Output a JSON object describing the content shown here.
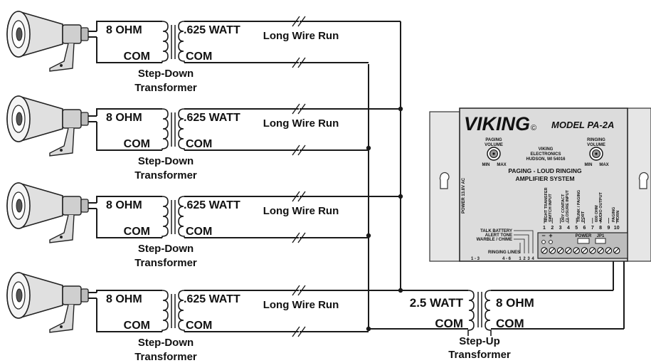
{
  "transformer_rows": [
    {
      "left_top": "8 OHM",
      "left_bottom": "COM",
      "right_top": ".625 WATT",
      "right_bottom": "COM",
      "wire_label": "Long Wire Run",
      "caption_line1": "Step-Down",
      "caption_line2": "Transformer"
    },
    {
      "left_top": "8 OHM",
      "left_bottom": "COM",
      "right_top": ".625 WATT",
      "right_bottom": "COM",
      "wire_label": "Long Wire Run",
      "caption_line1": "Step-Down",
      "caption_line2": "Transformer"
    },
    {
      "left_top": "8 OHM",
      "left_bottom": "COM",
      "right_top": ".625 WATT",
      "right_bottom": "COM",
      "wire_label": "Long Wire Run",
      "caption_line1": "Step-Down",
      "caption_line2": "Transformer"
    },
    {
      "left_top": "8 OHM",
      "left_bottom": "COM",
      "right_top": ".625 WATT",
      "right_bottom": "COM",
      "wire_label": "Long Wire Run",
      "caption_line1": "Step-Down",
      "caption_line2": "Transformer"
    }
  ],
  "step_up": {
    "left_top": "2.5 WATT",
    "left_bottom": "COM",
    "right_top": "8 OHM",
    "right_bottom": "COM",
    "caption_line1": "Step-Up",
    "caption_line2": "Transformer"
  },
  "amplifier": {
    "brand": "VIKING",
    "brand_mark": "©",
    "model": "MODEL PA-2A",
    "paging_volume": [
      "PAGING",
      "VOLUME"
    ],
    "ringing_volume": [
      "RINGING",
      "VOLUME"
    ],
    "min_label": "MIN",
    "max_label": "MAX",
    "maker": [
      "VIKING",
      "ELECTRONICS",
      "HUDSON, WI 54016"
    ],
    "system_title": [
      "PAGING - LOUD RINGING",
      "AMPLIFIER SYSTEM"
    ],
    "power_side": "POWER 13.8V AC",
    "terminal_labels": [
      [
        "NIGHT TRANSFER",
        "SWITCH INPUT"
      ],
      [
        "DRY CONTACT",
        "CLOSURE INPUT"
      ],
      [
        "TRUNK / PAGING",
        "PORT"
      ],
      [
        "600 OHM",
        "AUDIO OUTPUT"
      ],
      [
        "PAGING",
        "HORN"
      ]
    ],
    "terminal_numbers": [
      "1",
      "2",
      "3",
      "4",
      "5",
      "6",
      "7",
      "8",
      "9",
      "10"
    ],
    "minus": "−",
    "plus": "+",
    "power_led": "POWER",
    "jp1": "JP1",
    "dip_labels": [
      "TALK BATTERY",
      "ALERT TONE",
      "WARBLE / CHIME"
    ],
    "ringing_lines": "RINGING LINES",
    "ringing_ranges": [
      "1 - 3",
      "4 - 6"
    ],
    "dip_numbers": [
      "1",
      "2",
      "3",
      "4"
    ]
  },
  "colors": {
    "line": "#1a1a1a",
    "panel": "#d9d9d9",
    "panel_dark": "#bdbdbd"
  }
}
